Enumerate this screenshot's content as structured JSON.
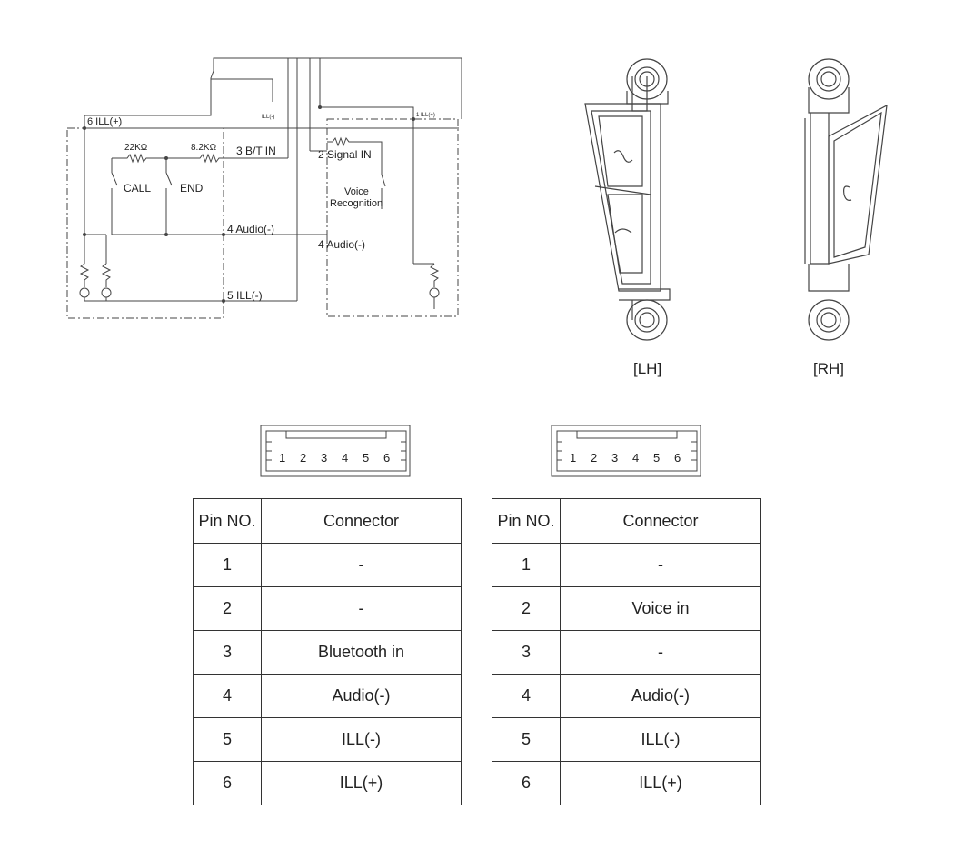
{
  "schematic": {
    "pin6": "6 ILL(+)",
    "res22": "22KΩ",
    "res82": "8.2KΩ",
    "pin3": "3 B/T IN",
    "call": "CALL",
    "end": "END",
    "pin4a": "4 Audio(-)",
    "pin5": "5 ILL(-)",
    "pin2": "2 Signal IN",
    "voice1": "Voice",
    "voice2": "Recognition",
    "pin4b": "4 Audio(-)",
    "ill_minus_small": "ILL(-)",
    "ill_plus_small": "1 ILL(+)"
  },
  "views": {
    "lh": "[LH]",
    "rh": "[RH]"
  },
  "connector_pins": [
    "1",
    "2",
    "3",
    "4",
    "5",
    "6"
  ],
  "tables": [
    {
      "headers": [
        "Pin NO.",
        "Connector"
      ],
      "rows": [
        [
          "1",
          "-"
        ],
        [
          "2",
          "-"
        ],
        [
          "3",
          "Bluetooth in"
        ],
        [
          "4",
          "Audio(-)"
        ],
        [
          "5",
          "ILL(-)"
        ],
        [
          "6",
          "ILL(+)"
        ]
      ]
    },
    {
      "headers": [
        "Pin NO.",
        "Connector"
      ],
      "rows": [
        [
          "1",
          "-"
        ],
        [
          "2",
          "Voice in"
        ],
        [
          "3",
          "-"
        ],
        [
          "4",
          "Audio(-)"
        ],
        [
          "5",
          "ILL(-)"
        ],
        [
          "6",
          "ILL(+)"
        ]
      ]
    }
  ]
}
